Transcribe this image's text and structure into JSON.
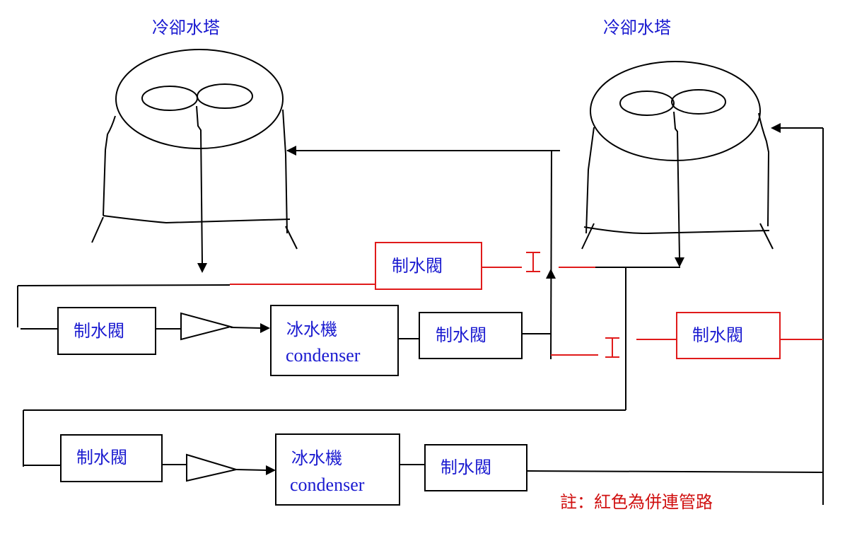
{
  "diagram": {
    "towers": [
      {
        "id": "tower-left",
        "label": "冷卻水塔"
      },
      {
        "id": "tower-right",
        "label": "冷卻水塔"
      }
    ],
    "valves": [
      {
        "id": "valve-row1-inlet",
        "label": "制水閥",
        "color": "#000000"
      },
      {
        "id": "valve-row1-outlet",
        "label": "制水閥",
        "color": "#000000"
      },
      {
        "id": "valve-parallel-top",
        "label": "制水閥",
        "color": "#e01a1a"
      },
      {
        "id": "valve-parallel-right",
        "label": "制水閥",
        "color": "#e01a1a"
      },
      {
        "id": "valve-row2-inlet",
        "label": "制水閥",
        "color": "#000000"
      },
      {
        "id": "valve-row2-outlet",
        "label": "制水閥",
        "color": "#000000"
      }
    ],
    "chillers": [
      {
        "id": "chiller-1",
        "label_zh": "冰水機",
        "label_en": "condenser"
      },
      {
        "id": "chiller-2",
        "label_zh": "冰水機",
        "label_en": "condenser"
      }
    ],
    "pumps": [
      {
        "id": "pump-1",
        "icon": "pump-triangle-icon"
      },
      {
        "id": "pump-2",
        "icon": "pump-triangle-icon"
      }
    ],
    "note": "註：紅色為併連管路",
    "colors": {
      "pipe": "#000000",
      "parallel_pipe": "#e01a1a",
      "label_text": "#1a1ad0",
      "note_text": "#d01010"
    }
  }
}
